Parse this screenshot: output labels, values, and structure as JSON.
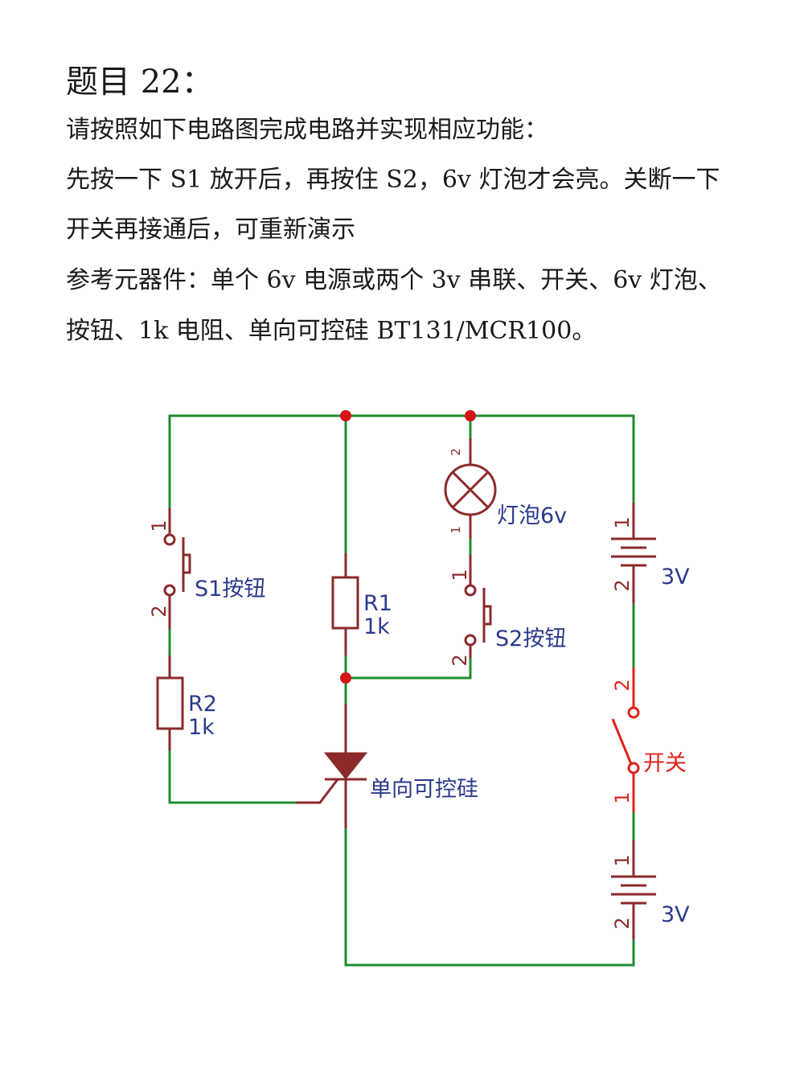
{
  "title": "题目 22：",
  "paragraphs": [
    "请按照如下电路图完成电路并实现相应功能：",
    "先按一下 S1 放开后，再按住 S2，6v 灯泡才会亮。关断一下",
    "开关再接通后，可重新演示",
    "参考元器件：单个 6v 电源或两个 3v 串联、开关、6v 灯泡、",
    "按钮、1k 电阻、单向可控硅 BT131/MCR100。"
  ],
  "circuit": {
    "colors": {
      "wire": "#1f8c2e",
      "component": "#8b2a2a",
      "label": "#2b3a8c",
      "switch": "#e0231c",
      "junction": "#d31515"
    },
    "labels": {
      "s1": "S1按钮",
      "s2": "S2按钮",
      "r1_name": "R1",
      "r1_value": "1k",
      "r2_name": "R2",
      "r2_value": "1k",
      "lamp": "灯泡6v",
      "scr": "单向可控硅",
      "switch": "开关",
      "bat1": "3V",
      "bat2": "3V"
    },
    "pins": {
      "s1_top": "1",
      "s1_bottom": "2",
      "s2_top": "1",
      "s2_bottom": "2",
      "lamp_top": "2",
      "lamp_bottom": "1",
      "bat1_top": "1",
      "bat1_bottom": "2",
      "switch_top": "2",
      "switch_bottom": "1",
      "bat2_top": "1",
      "bat2_bottom": "2"
    }
  }
}
